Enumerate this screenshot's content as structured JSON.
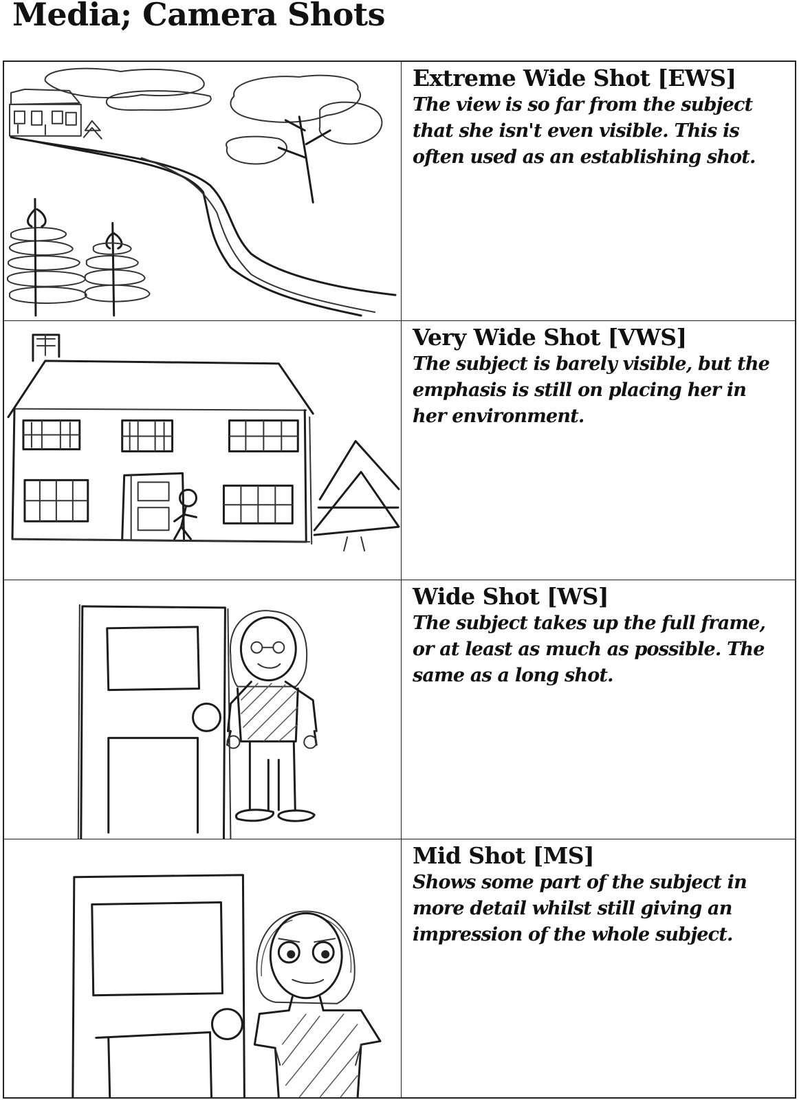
{
  "page": {
    "title": "Media; Camera Shots"
  },
  "shots": [
    {
      "title": "Extreme Wide Shot [EWS]",
      "description": "The view is so far from the subject that she isn't even visible. This is often used as an establishing shot.",
      "illustration_icon": "landscape-sketch-icon"
    },
    {
      "title": "Very Wide Shot [VWS]",
      "description": "The subject is barely visible, but the emphasis is still on placing her in her environment.",
      "illustration_icon": "house-sketch-icon"
    },
    {
      "title": "Wide Shot [WS]",
      "description": "The subject takes up the full frame, or at least as much as possible. The same as a long shot.",
      "illustration_icon": "full-figure-sketch-icon"
    },
    {
      "title": "Mid Shot [MS]",
      "description": "Shows some part of the subject in more detail whilst still giving an impression of the whole subject.",
      "illustration_icon": "mid-figure-sketch-icon"
    }
  ]
}
